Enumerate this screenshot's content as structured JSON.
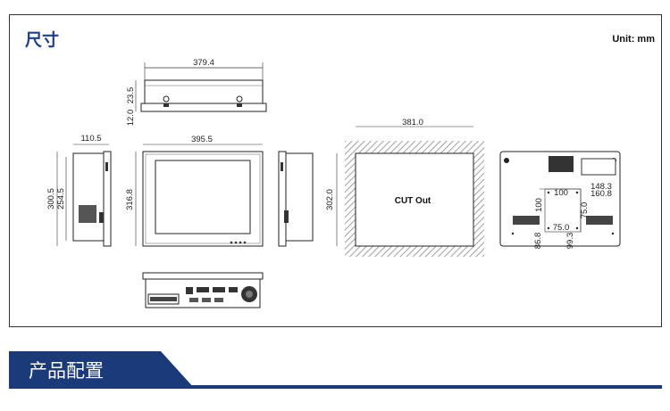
{
  "header": {
    "title": "尺寸",
    "unit": "Unit: mm"
  },
  "dimensions": {
    "top_view_width": "379.4",
    "top_view_h1": "23.5",
    "top_view_h2": "12.0",
    "side_depth": "110.5",
    "side_height_total": "300.5",
    "side_height_inner": "254.5",
    "front_width": "395.5",
    "front_height": "316.8",
    "cutout_width": "381.0",
    "cutout_height": "302.0",
    "cutout_label": "CUT Out",
    "rear_1483": "148.3",
    "rear_1608": "160.8",
    "rear_100a": "100",
    "rear_100b": "100",
    "rear_750a": "75.0",
    "rear_750b": "75.0",
    "rear_868": "86.8",
    "rear_993": "99.3"
  },
  "section": {
    "title": "产品配置",
    "banner_color": "#1b3a7a"
  }
}
